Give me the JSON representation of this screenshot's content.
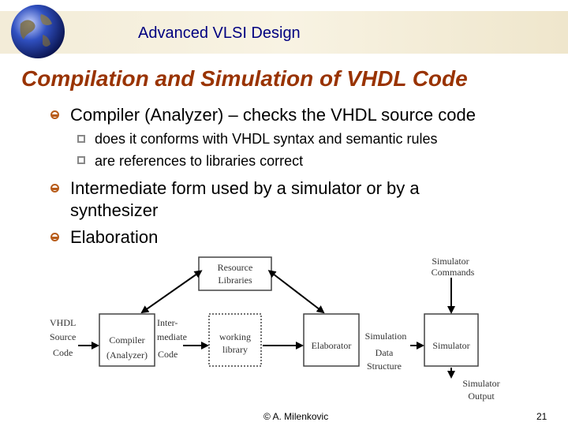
{
  "header": {
    "course_title": "Advanced VLSI Design"
  },
  "slide": {
    "title": "Compilation and Simulation of VHDL Code",
    "bullets": [
      {
        "text": "Compiler (Analyzer) – checks the VHDL source code",
        "subbullets": [
          "does it conforms with VHDL syntax and semantic rules",
          "are references to libraries correct"
        ]
      },
      {
        "text_line1": "Intermediate form used by a simulator or by a",
        "text_line2": "synthesizer"
      },
      {
        "text": "Elaboration"
      }
    ]
  },
  "diagram": {
    "resource_libraries": [
      "Resource",
      "Libraries"
    ],
    "simulator_commands": [
      "Simulator",
      "Commands"
    ],
    "vhdl_source_code": [
      "VHDL",
      "Source",
      "Code"
    ],
    "compiler": [
      "Compiler",
      "(Analyzer)"
    ],
    "intermediate_code": [
      "Inter-",
      "mediate",
      "Code"
    ],
    "working_library": [
      "working",
      "library"
    ],
    "elaborator": "Elaborator",
    "simulation_data_structure": [
      "Simulation",
      "Data",
      "Structure"
    ],
    "simulator": "Simulator",
    "simulator_output": [
      "Simulator",
      "Output"
    ]
  },
  "footer": {
    "credit": "© A. Milenkovic",
    "page_number": "21"
  },
  "colors": {
    "title": "#993300",
    "header_text": "#000080",
    "bullet": "#b85c1a"
  }
}
